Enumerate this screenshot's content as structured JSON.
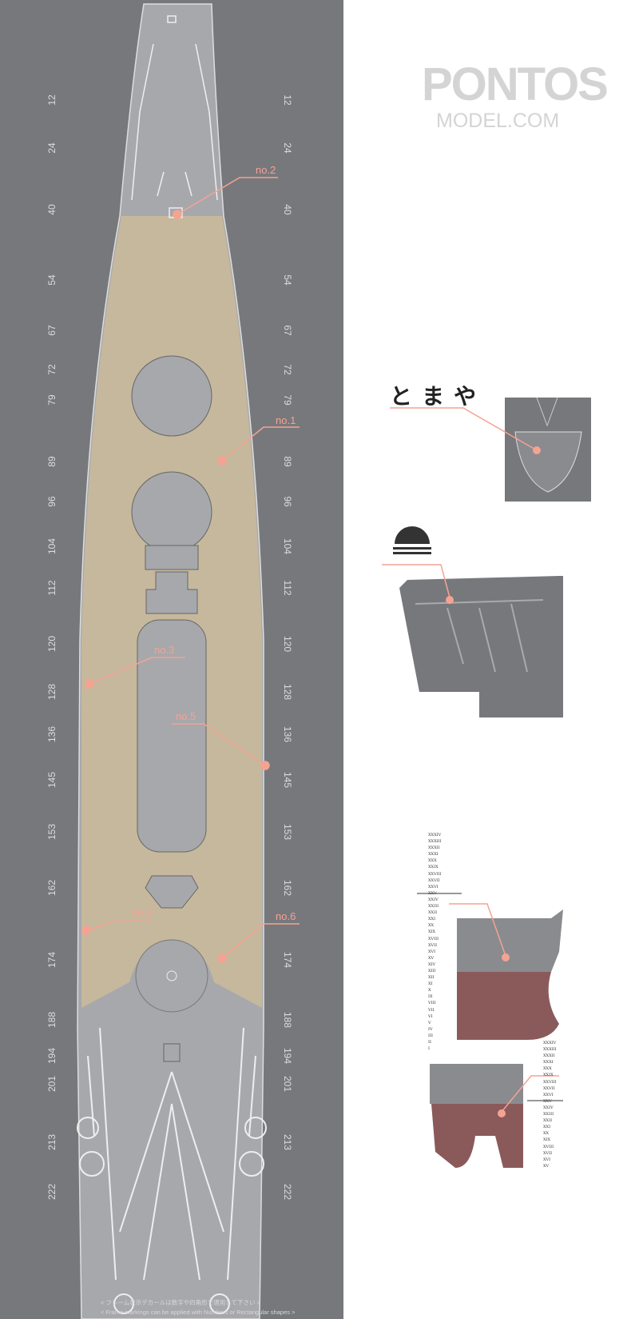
{
  "logo": {
    "line1": "PONTOS",
    "line2": "MODEL.COM"
  },
  "frame_numbers": [
    "12",
    "24",
    "40",
    "54",
    "67",
    "72",
    "79",
    "89",
    "96",
    "104",
    "112",
    "120",
    "128",
    "136",
    "145",
    "153",
    "162",
    "174",
    "188",
    "194",
    "201",
    "213",
    "222"
  ],
  "callouts": {
    "no1": "no.1",
    "no2": "no.2",
    "no3": "no.3",
    "no4": "no.4",
    "no5": "no.5",
    "no6": "no.6"
  },
  "ship_name": "とまや",
  "notes": {
    "jp": "< フレーム表示デカールは数字や四角形で適用して下さい >",
    "en": "< Frame markings can be applied with Numbers or Rectangular shapes >"
  },
  "draft_marks_a": [
    "XXXIV",
    "XXXIII",
    "XXXII",
    "XXXI",
    "XXX",
    "XXIX",
    "XXVIII",
    "XXVII",
    "XXVI",
    "XXV",
    "XXIV",
    "XXIII",
    "XXII",
    "XXI",
    "XX",
    "XIX",
    "XVIII",
    "XVII",
    "XVI",
    "XV",
    "XIV",
    "XIII",
    "XII",
    "XI",
    "X",
    "IX",
    "VIII",
    "VII",
    "VI",
    "V",
    "IV",
    "III",
    "II",
    "I"
  ],
  "draft_marks_b": [
    "XXXIV",
    "XXXIII",
    "XXXII",
    "XXXI",
    "XXX",
    "XXIX",
    "XXVIII",
    "XXVII",
    "XXVI",
    "XXV",
    "XXIV",
    "XXIII",
    "XXII",
    "XXI",
    "XX",
    "XIX",
    "XVIII",
    "XVII",
    "XVI",
    "XV"
  ],
  "colors": {
    "background": "#77787c",
    "deck_wood": "#c6b89c",
    "deck_gray": "#a7a8ac",
    "hull_red": "#8a5a5a",
    "callout": "#f4a393"
  }
}
